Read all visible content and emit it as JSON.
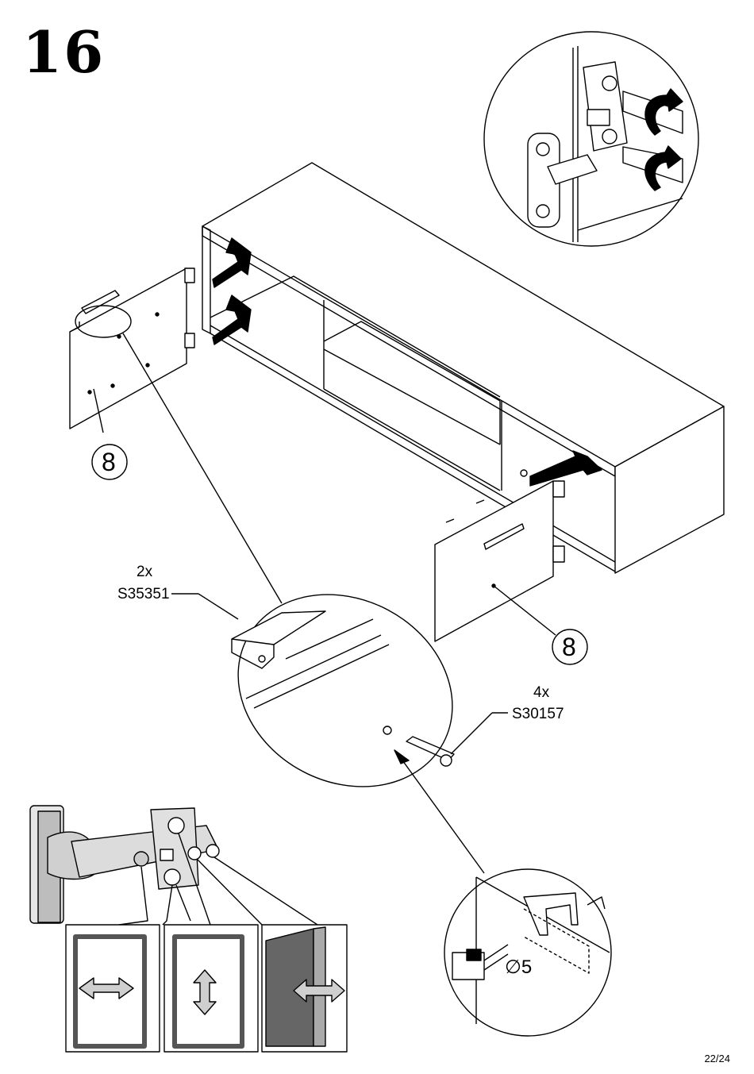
{
  "step": {
    "number": "16"
  },
  "callouts": {
    "part_left": "8",
    "part_right": "8"
  },
  "handle_part": {
    "qty": "2x",
    "code": "S35351"
  },
  "screw_part": {
    "qty": "4x",
    "code": "S30157"
  },
  "drill": {
    "diameter_symbol": "∅",
    "diameter": "5"
  },
  "footer": {
    "page": "22/24"
  }
}
